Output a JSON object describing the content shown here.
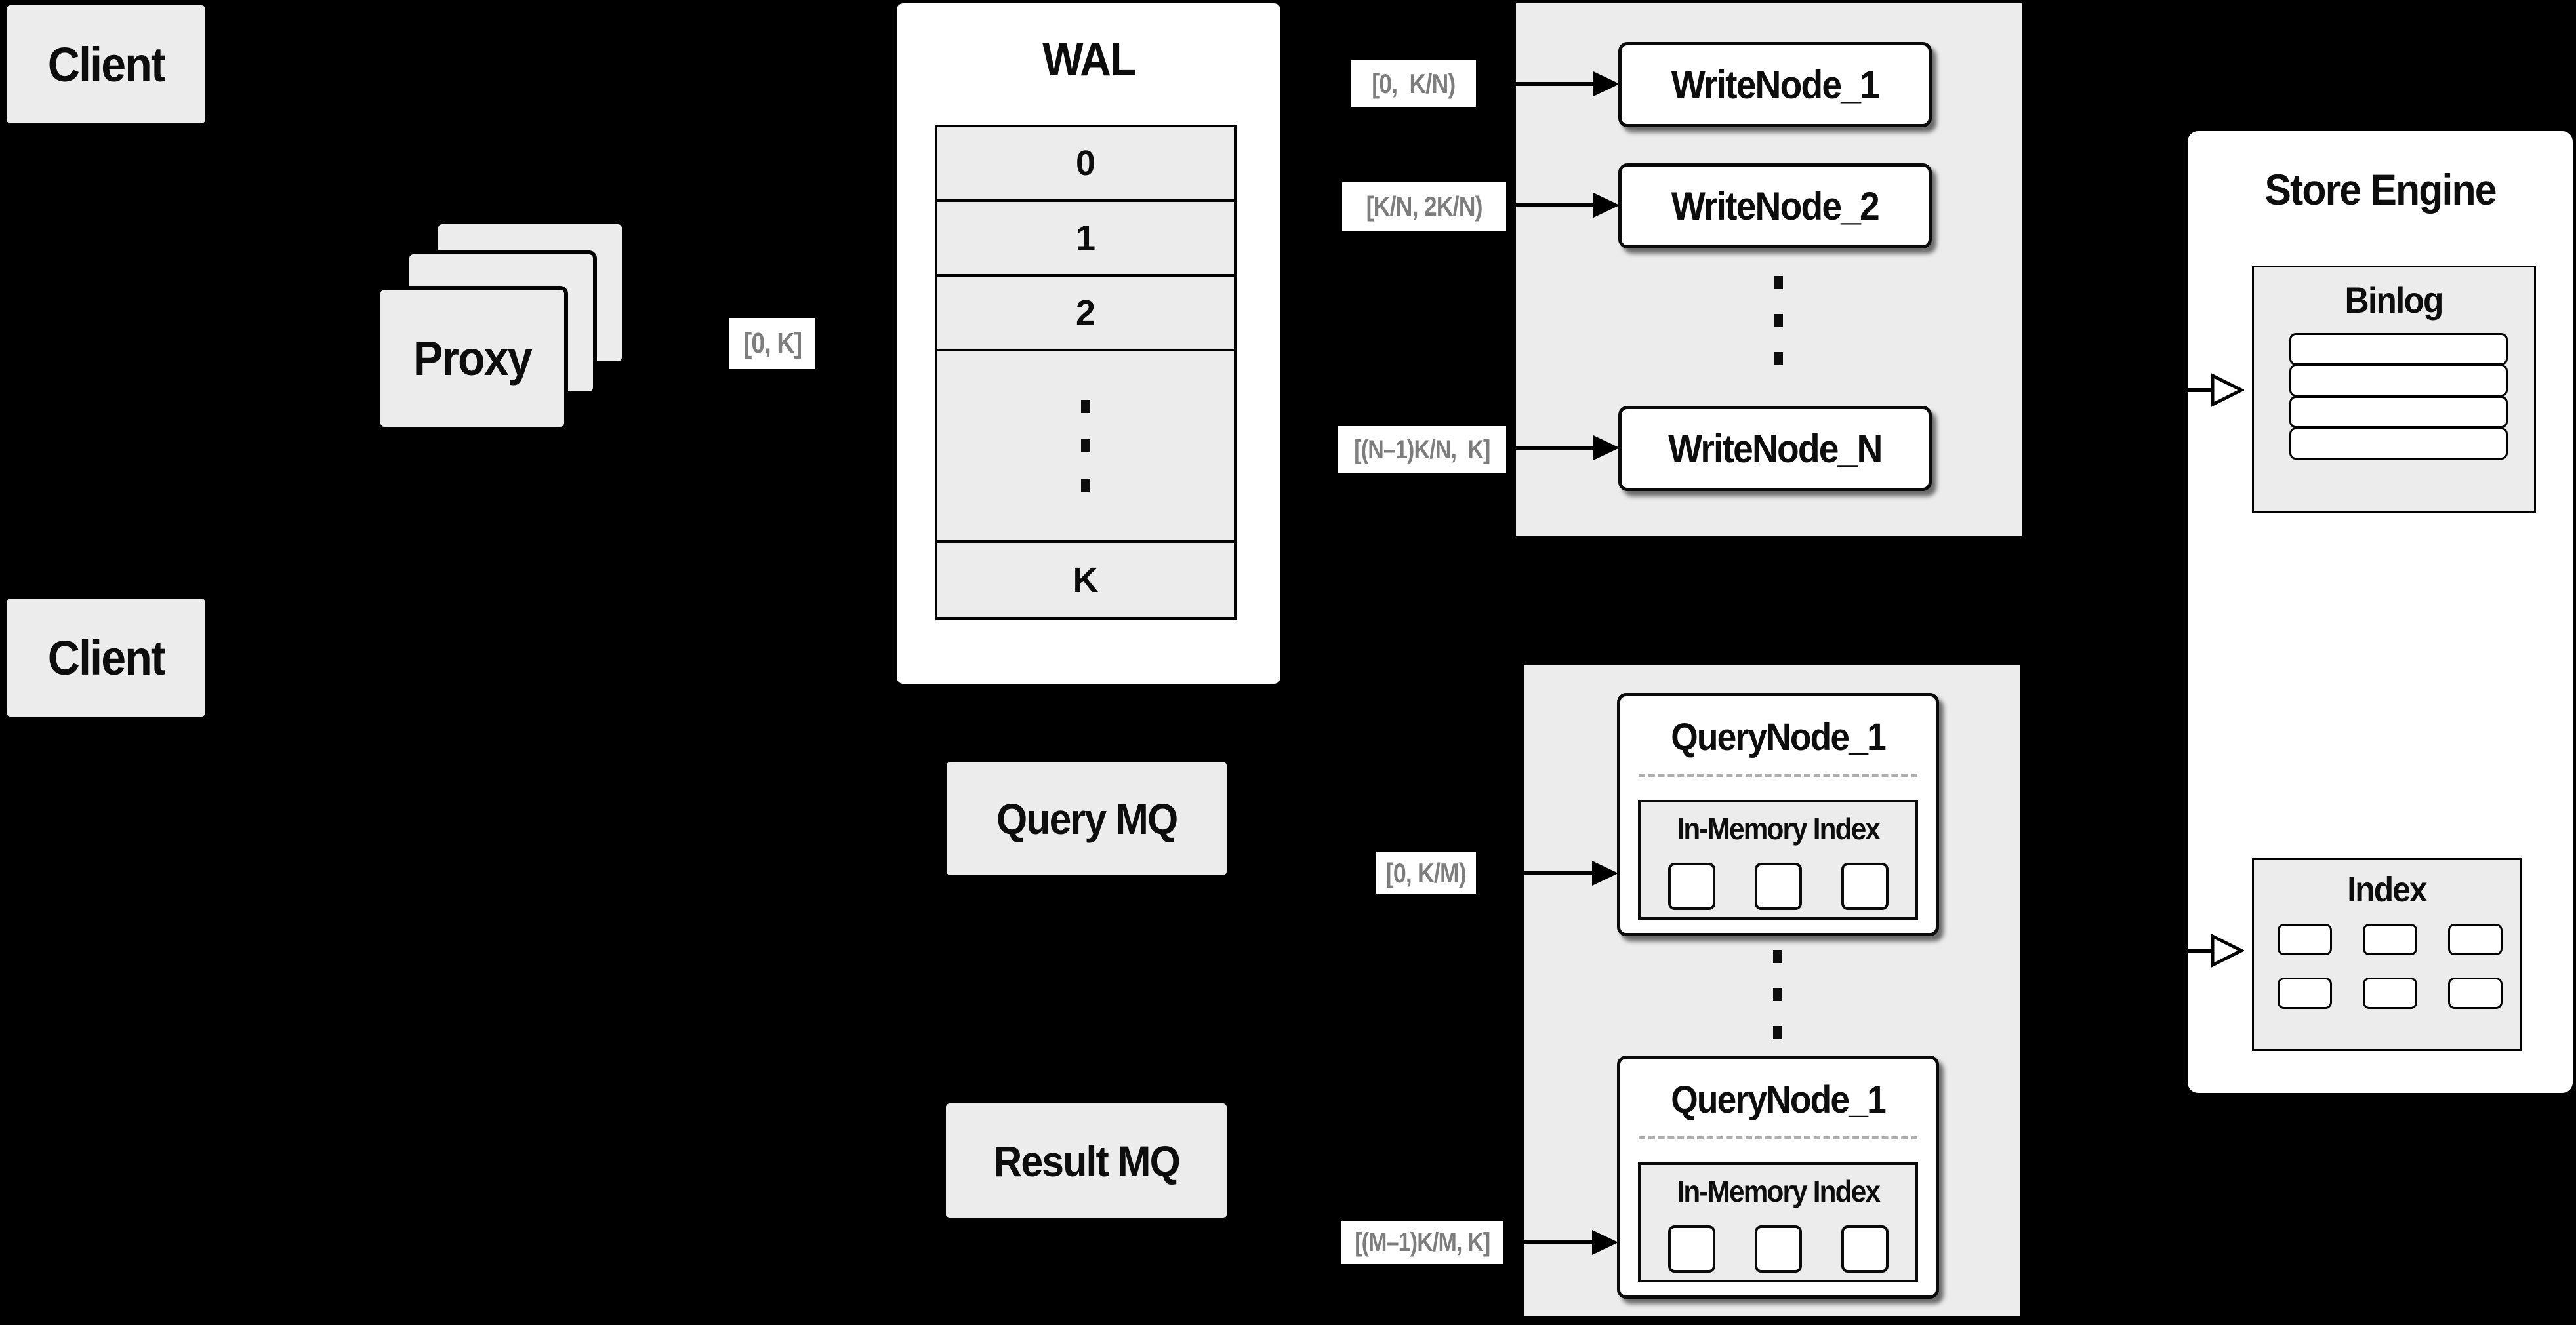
{
  "colors": {
    "background": "#000000",
    "panel_gray": "#ececec",
    "box_white": "#ffffff",
    "line_black": "#000000",
    "range_text_gray": "#7d7d7d",
    "dash_gray": "#aeaeae"
  },
  "clients": {
    "top": "Client",
    "bottom": "Client"
  },
  "proxy": {
    "label": "Proxy",
    "range_out": "[0, K]"
  },
  "wal": {
    "title": "WAL",
    "segments": [
      "0",
      "1",
      "2"
    ],
    "last_segment": "K"
  },
  "write": {
    "nodes": [
      "WriteNode_1",
      "WriteNode_2",
      "WriteNode_N"
    ],
    "ranges": [
      "[0,  K/N)",
      "[K/N, 2K/N)",
      "[(N–1)K/N,  K]"
    ]
  },
  "mq": {
    "query": "Query MQ",
    "result": "Result MQ"
  },
  "query": {
    "nodes": [
      {
        "title": "QueryNode_1",
        "subtitle": "In-Memory Index"
      },
      {
        "title": "QueryNode_1",
        "subtitle": "In-Memory Index"
      }
    ],
    "ranges": [
      "[0, K/M)",
      "[(M–1)K/M, K]"
    ]
  },
  "store": {
    "title": "Store Engine",
    "binlog": "Binlog",
    "index": "Index"
  }
}
